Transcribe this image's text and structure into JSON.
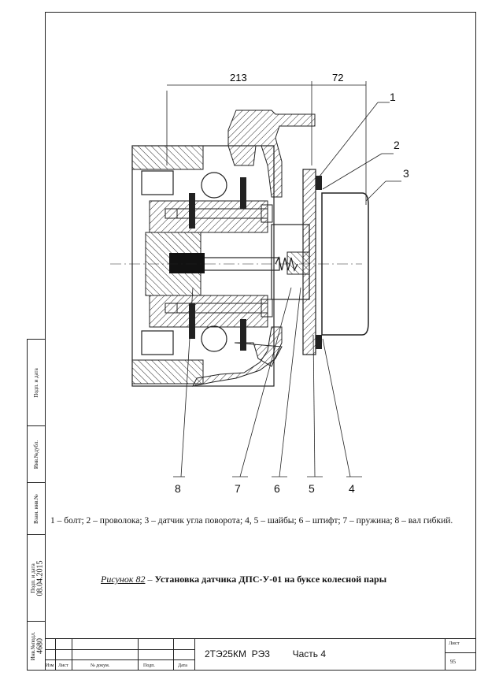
{
  "drawing": {
    "dimensions": [
      "213",
      "72"
    ],
    "callouts": [
      "1",
      "2",
      "3",
      "8",
      "7",
      "6",
      "5",
      "4"
    ]
  },
  "legend_text": "1 – болт; 2 – проволока; 3 – датчик угла поворота; 4, 5 – шайбы; 6 – штифт; 7 – пружина; 8 – вал гибкий.",
  "caption": {
    "label": "Рисунок 82",
    "dash": " – ",
    "title": "Установка датчика ДПС-У-01 на буксе колесной пары"
  },
  "side_stamp": {
    "fields": [
      "Подп. и дата",
      "Инв.№дубл.",
      "Взам. инв.№",
      "Подп. и дата",
      "Инв.№подл."
    ],
    "date": "08.04.2015",
    "inv_number": "4680"
  },
  "title_block": {
    "columns": [
      "Изм",
      "Лист",
      "№ докум.",
      "Подп.",
      "Дата"
    ],
    "document": "2ТЭ25КМ  РЭ3",
    "part": "Часть 4",
    "sheet_label": "Лист",
    "sheet_number": "95"
  }
}
